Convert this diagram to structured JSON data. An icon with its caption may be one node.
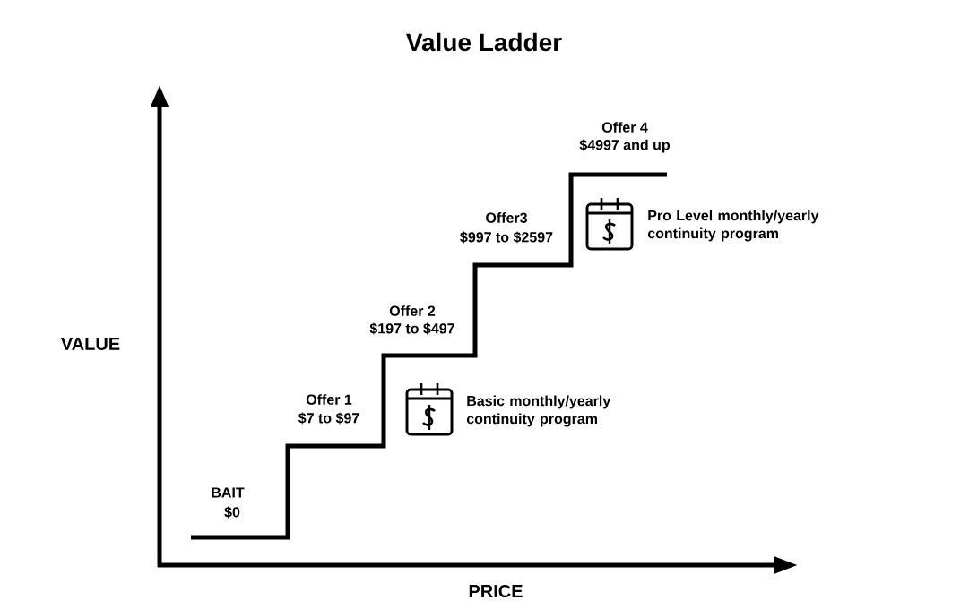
{
  "diagram": {
    "title": "Value Ladder",
    "labels": [
      "Offer 4",
      "$4997 and up",
      "Offer3",
      "$997 to $2597",
      "Pro Level monthly/yearly continuity program",
      "VALUE",
      "Offer 2",
      "$197 to $497",
      "Offer 1",
      "$7 to $97",
      "Basic monthly/yearly continuity program",
      "BAIT",
      "$0",
      "PRICE"
    ]
  }
}
